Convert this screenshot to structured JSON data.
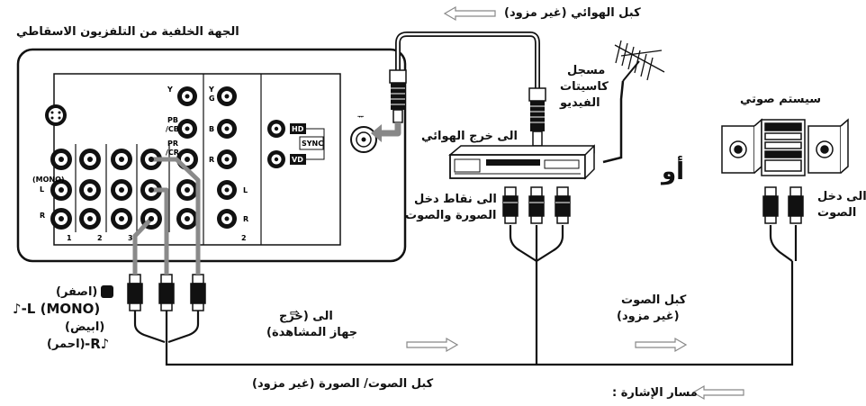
{
  "labels": {
    "tv_rear": "الجهة الخلفية من التلفزيون الاسقاطي",
    "antenna_cable": "كبل الهوائي (غير مزود)",
    "vcr_line1": "مسجل",
    "vcr_line2": "كاسيتات",
    "vcr_line3": "الفيديو",
    "antenna_out": "الى خرج الهوائي",
    "av_in_line1": "الى نقاط دخل",
    "av_in_line2": "الصورة والصوت",
    "or": "أو",
    "audio_system": "سيستم صوتي",
    "audio_in_line1": "الى دخل",
    "audio_in_line2": "الصوت",
    "audio_cable_line1": "كبل الصوت",
    "audio_cable_line2": "(غير مزود)",
    "monitor_out_line1": "الى    (خرج",
    "monitor_out_line2": "جهاز المشاهدة)",
    "av_cable": "كبل الصوت/ الصورة (غير مزود)",
    "signal_path": "مسار الإشارة :",
    "yellow": "(اصفر)",
    "l_mono": "-L (MONO)",
    "white": "(ابيض)",
    "r": "-R",
    "red": "(احمر)"
  },
  "panel": {
    "mono": "(MONO)",
    "l": "L",
    "r": "R",
    "in1": "1",
    "in2": "2",
    "in3": "3",
    "in4": "2",
    "y": "Y",
    "pb": "PB",
    "cb": "/CB",
    "pr": "PR",
    "cr": "/CR",
    "g": "G",
    "b": "B",
    "rr": "R",
    "hd": "HD",
    "vd": "VD",
    "sync": "SYNC",
    "ant": "ᅲ"
  }
}
